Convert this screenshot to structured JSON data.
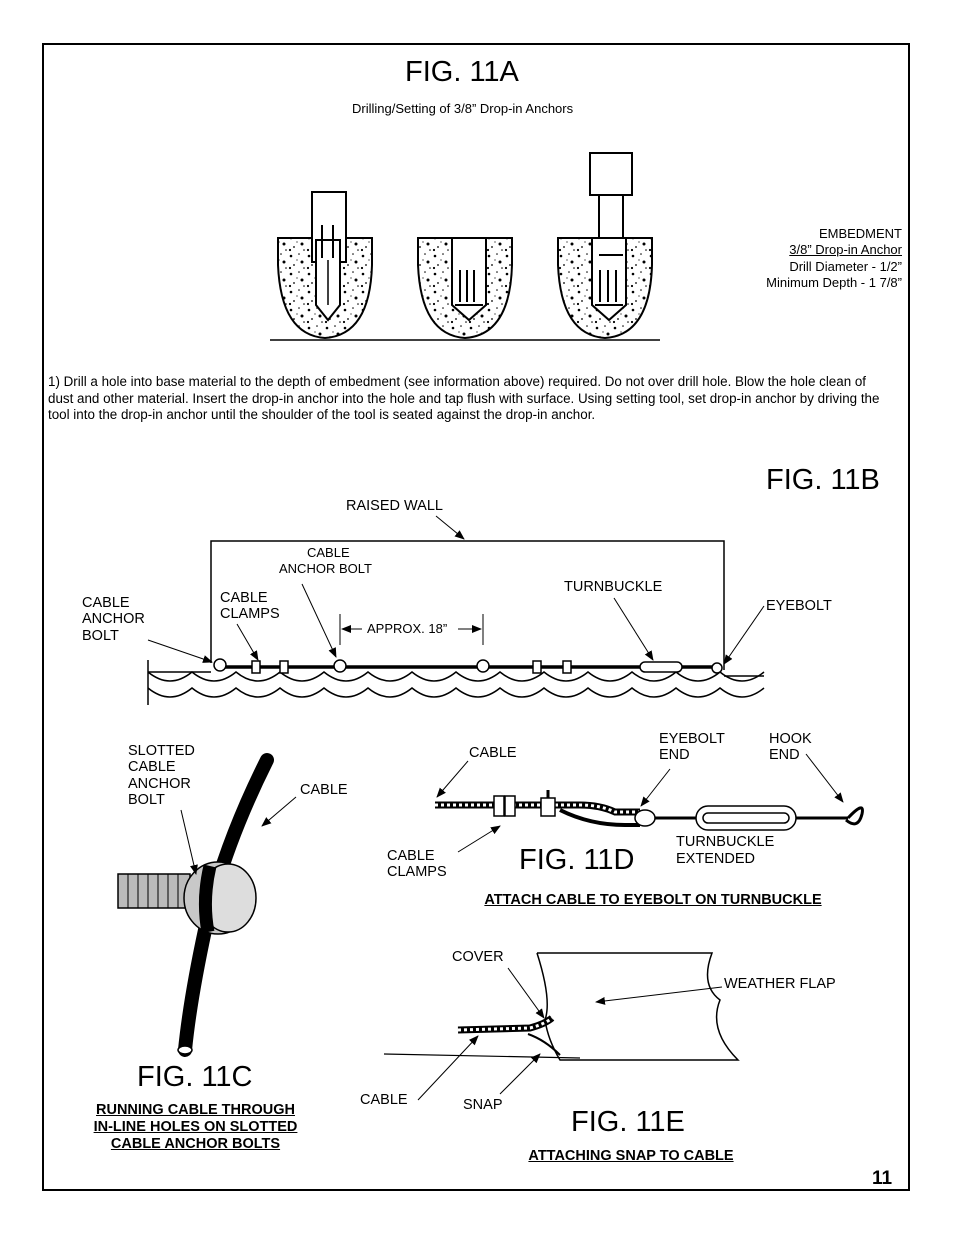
{
  "fig11a": {
    "title": "FIG. 11A",
    "subtitle": "Drilling/Setting of 3/8” Drop-in Anchors",
    "embedment": {
      "heading": "EMBEDMENT",
      "anchor": "3/8” Drop-in Anchor",
      "drill": "Drill Diameter - 1/2”",
      "depth": "Minimum Depth - 1 7/8”"
    },
    "instructions": "1) Drill a hole into base material to the depth of embedment (see information above) required.  Do not over drill hole.  Blow the hole clean of dust and other material.  Insert the drop-in anchor into the hole and tap flush with surface.  Using setting tool, set drop-in anchor by driving the tool into the drop-in anchor until the shoulder of the tool is seated against the drop-in anchor."
  },
  "fig11b": {
    "title": "FIG. 11B",
    "raised_wall": "RAISED WALL",
    "cable_anchor_bolt_top": [
      "CABLE",
      "ANCHOR BOLT"
    ],
    "cable_anchor_bolt_left": [
      "CABLE",
      "ANCHOR",
      "BOLT"
    ],
    "cable_clamps": [
      "CABLE",
      "CLAMPS"
    ],
    "approx": "APPROX. 18”",
    "turnbuckle": "TURNBUCKLE",
    "eyebolt": "EYEBOLT"
  },
  "fig11c": {
    "title": "FIG. 11C",
    "slotted": [
      "SLOTTED",
      "CABLE",
      "ANCHOR",
      "BOLT"
    ],
    "cable": "CABLE",
    "caption": [
      "RUNNING CABLE THROUGH",
      "IN-LINE HOLES ON SLOTTED",
      "CABLE ANCHOR BOLTS"
    ]
  },
  "fig11d": {
    "title": "FIG. 11D",
    "cable": "CABLE",
    "eyebolt_end": [
      "EYEBOLT",
      "END"
    ],
    "hook_end": [
      "HOOK",
      "END"
    ],
    "turnbuckle_extended": [
      "TURNBUCKLE",
      "EXTENDED"
    ],
    "cable_clamps": [
      "CABLE",
      "CLAMPS"
    ],
    "caption": "ATTACH CABLE TO EYEBOLT ON TURNBUCKLE"
  },
  "fig11e": {
    "title": "FIG. 11E",
    "cover": "COVER",
    "weather_flap": "WEATHER FLAP",
    "cable": "CABLE",
    "snap": "SNAP",
    "caption": "ATTACHING SNAP TO CABLE"
  },
  "page_number": "11"
}
